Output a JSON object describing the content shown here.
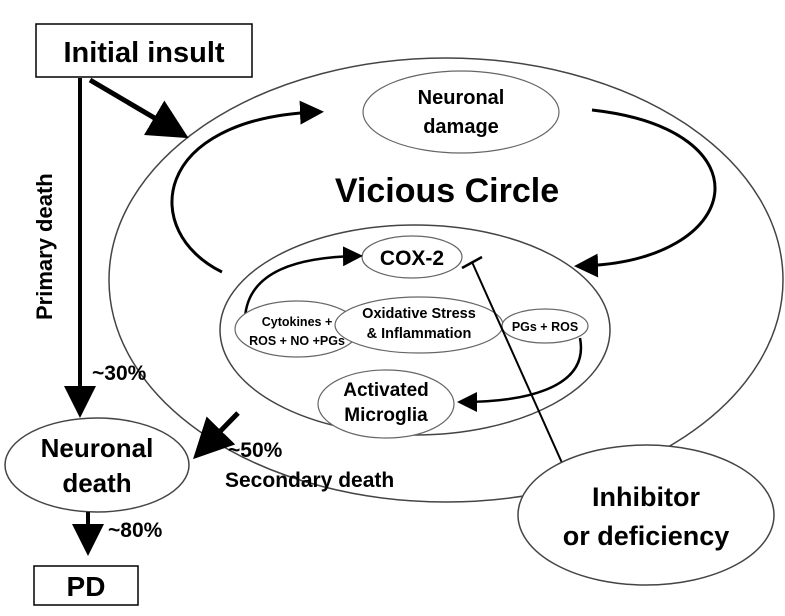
{
  "nodes": {
    "initial_insult": "Initial insult",
    "neuronal_damage": [
      "Neuronal",
      "damage"
    ],
    "vicious_circle": "Vicious Circle",
    "cox2": "COX-2",
    "cytokines": [
      "Cytokines +",
      "ROS + NO +PGs"
    ],
    "oxidative_stress": [
      "Oxidative Stress",
      "& Inflammation"
    ],
    "pgs_ros": "PGs + ROS",
    "activated_microglia": [
      "Activated",
      "Microglia"
    ],
    "neuronal_death": [
      "Neuronal",
      "death"
    ],
    "pd": "PD",
    "inhibitor": [
      "Inhibitor",
      "or deficiency"
    ]
  },
  "edge_labels": {
    "primary_death": "Primary death",
    "pct_30": "~30%",
    "pct_50": "~50%",
    "secondary_death": "Secondary death",
    "pct_80": "~80%"
  }
}
